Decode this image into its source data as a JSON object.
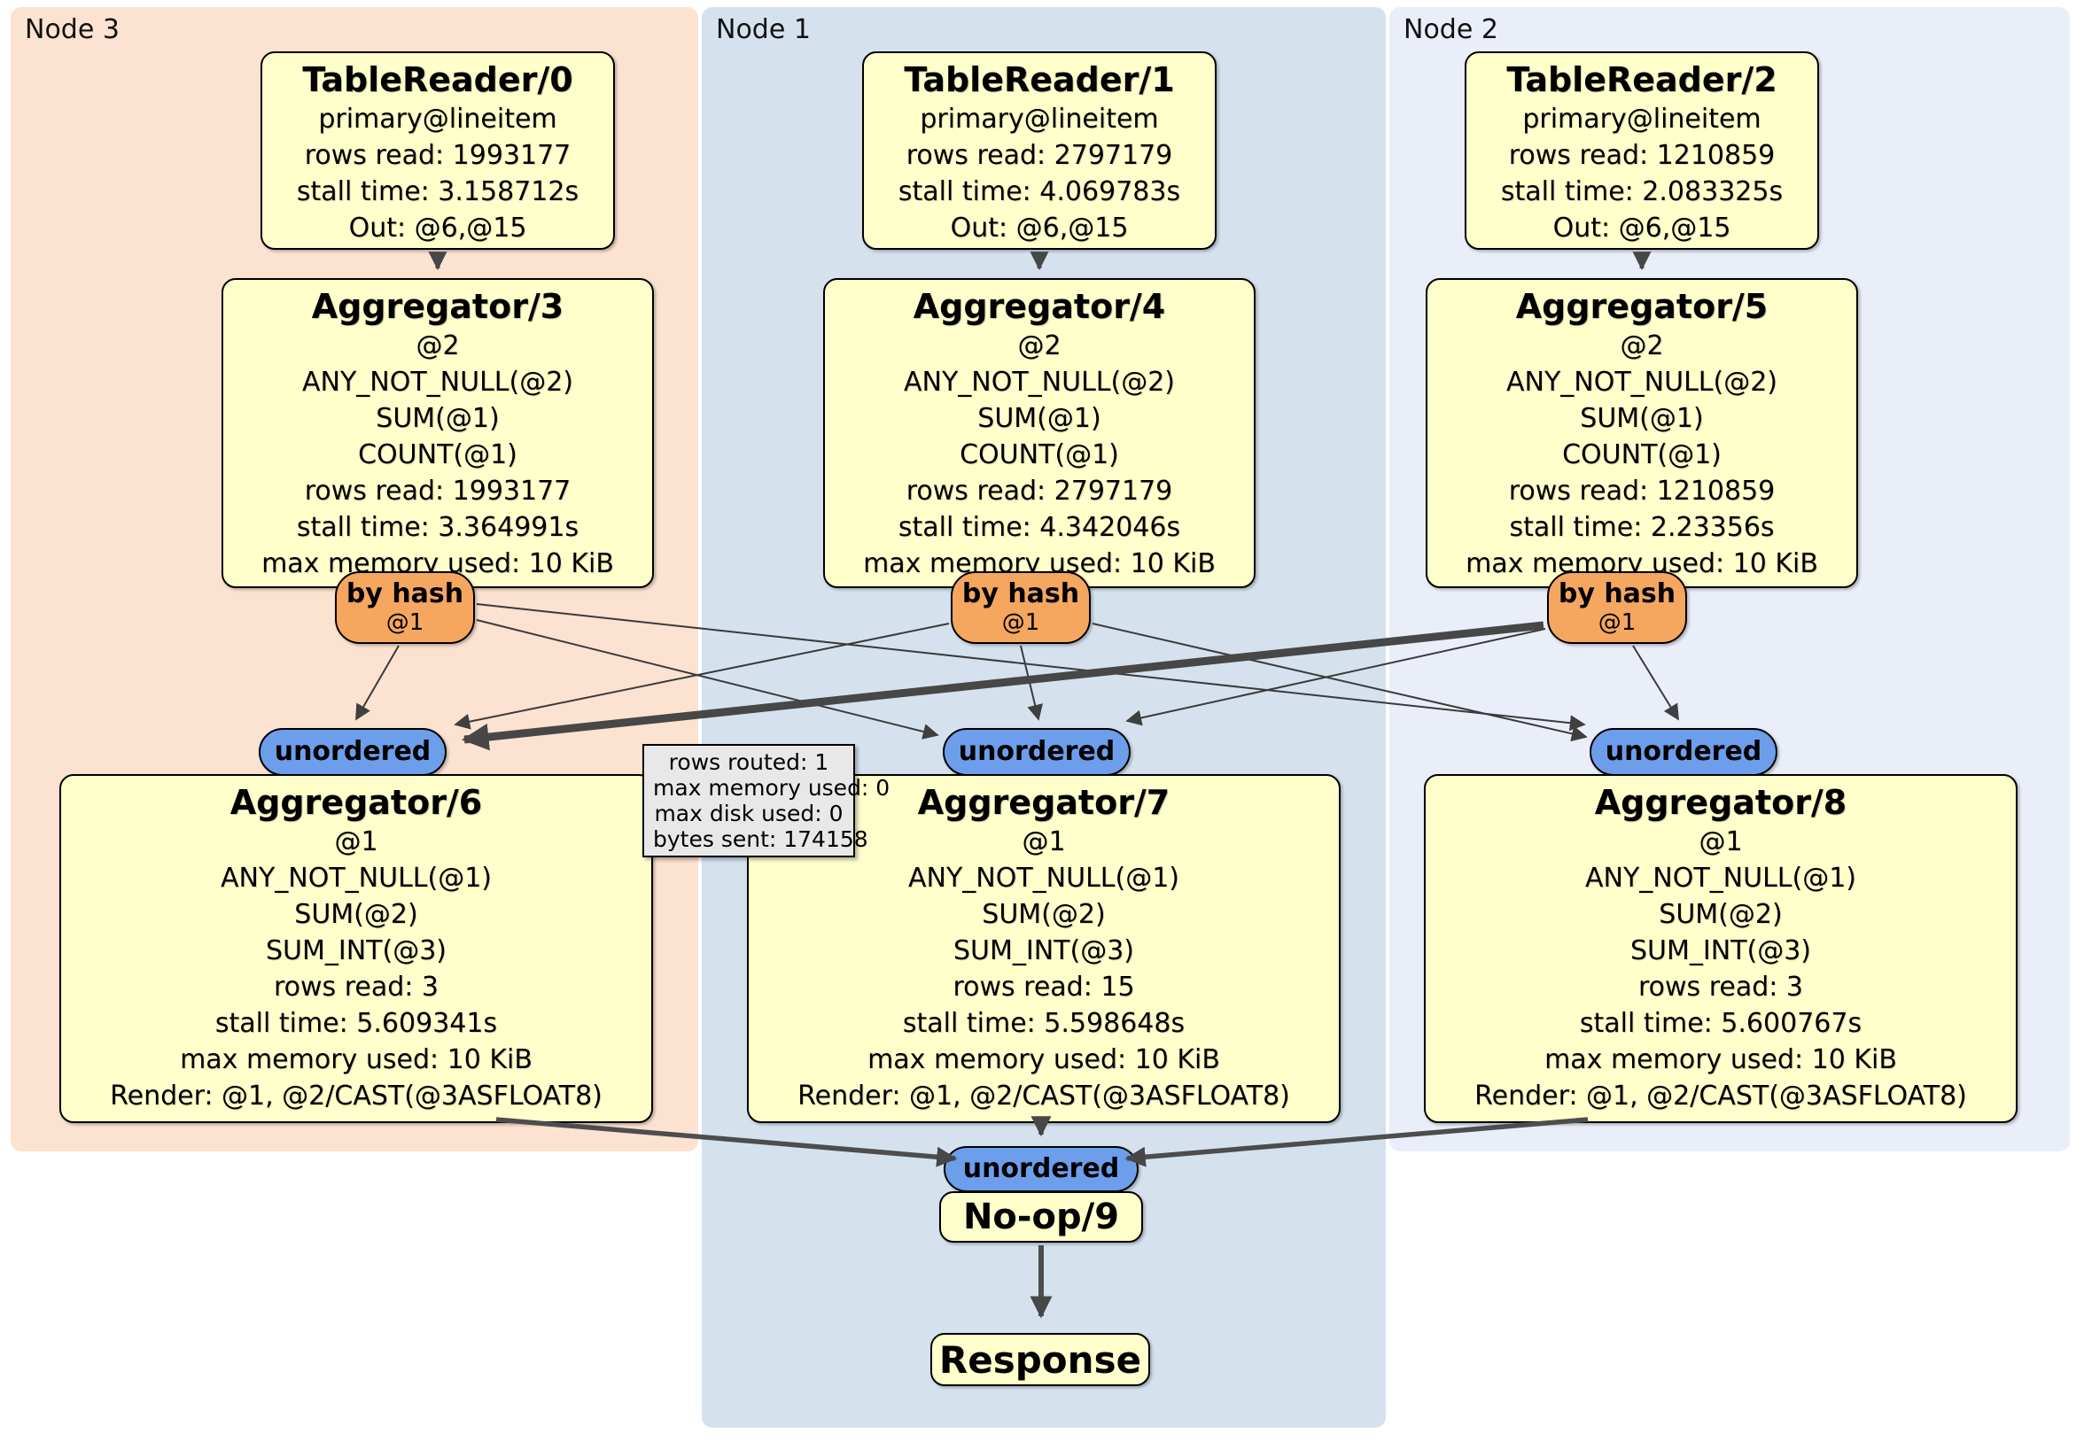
{
  "colors": {
    "node3_bg": "#fce2d0",
    "node1_bg": "#d5e2ee",
    "node2_bg": "#eaeef8",
    "box_bg": "#ffffcc",
    "hash_bg": "#f5a65f",
    "un_bg": "#6d9eeb",
    "tip_bg": "#e8e8e8",
    "edge": "#3f3f3f"
  },
  "regions": [
    {
      "label": "Node 3"
    },
    {
      "label": "Node 1"
    },
    {
      "label": "Node 2"
    }
  ],
  "boxes": {
    "tr0": {
      "title": "TableReader/0",
      "lines": [
        "primary@lineitem",
        "rows read: 1993177",
        "stall time: 3.158712s",
        "Out: @6,@15"
      ]
    },
    "tr1": {
      "title": "TableReader/1",
      "lines": [
        "primary@lineitem",
        "rows read: 2797179",
        "stall time: 4.069783s",
        "Out: @6,@15"
      ]
    },
    "tr2": {
      "title": "TableReader/2",
      "lines": [
        "primary@lineitem",
        "rows read: 1210859",
        "stall time: 2.083325s",
        "Out: @6,@15"
      ]
    },
    "agg3": {
      "title": "Aggregator/3",
      "lines": [
        "@2",
        "ANY_NOT_NULL(@2)",
        "SUM(@1)",
        "COUNT(@1)",
        "rows read: 1993177",
        "stall time: 3.364991s",
        "max memory used: 10 KiB"
      ]
    },
    "agg4": {
      "title": "Aggregator/4",
      "lines": [
        "@2",
        "ANY_NOT_NULL(@2)",
        "SUM(@1)",
        "COUNT(@1)",
        "rows read: 2797179",
        "stall time: 4.342046s",
        "max memory used: 10 KiB"
      ]
    },
    "agg5": {
      "title": "Aggregator/5",
      "lines": [
        "@2",
        "ANY_NOT_NULL(@2)",
        "SUM(@1)",
        "COUNT(@1)",
        "rows read: 1210859",
        "stall time: 2.23356s",
        "max memory used: 10 KiB"
      ]
    },
    "agg6": {
      "title": "Aggregator/6",
      "lines": [
        "@1",
        "ANY_NOT_NULL(@1)",
        "SUM(@2)",
        "SUM_INT(@3)",
        "rows read: 3",
        "stall time: 5.609341s",
        "max memory used: 10 KiB",
        "Render: @1, @2/CAST(@3ASFLOAT8)"
      ]
    },
    "agg7": {
      "title": "Aggregator/7",
      "lines": [
        "@1",
        "ANY_NOT_NULL(@1)",
        "SUM(@2)",
        "SUM_INT(@3)",
        "rows read: 15",
        "stall time: 5.598648s",
        "max memory used: 10 KiB",
        "Render: @1, @2/CAST(@3ASFLOAT8)"
      ]
    },
    "agg8": {
      "title": "Aggregator/8",
      "lines": [
        "@1",
        "ANY_NOT_NULL(@1)",
        "SUM(@2)",
        "SUM_INT(@3)",
        "rows read: 3",
        "stall time: 5.600767s",
        "max memory used: 10 KiB",
        "Render: @1, @2/CAST(@3ASFLOAT8)"
      ]
    },
    "noop": {
      "title": "No-op/9"
    },
    "response": {
      "title": "Response"
    }
  },
  "pills": {
    "byhash": {
      "label": "by hash",
      "sub": "@1"
    },
    "unordered": {
      "label": "unordered"
    }
  },
  "tooltip": {
    "lines": [
      "rows routed: 1",
      "max memory used: 0",
      "max disk used: 0",
      "bytes sent: 174158"
    ]
  },
  "edges": [
    {
      "from": "TableReader/0",
      "to": "Aggregator/3"
    },
    {
      "from": "TableReader/1",
      "to": "Aggregator/4"
    },
    {
      "from": "TableReader/2",
      "to": "Aggregator/5"
    },
    {
      "from": "Aggregator/3 by hash @1",
      "to": "unordered (Node 3)"
    },
    {
      "from": "Aggregator/3 by hash @1",
      "to": "unordered (Node 1)"
    },
    {
      "from": "Aggregator/3 by hash @1",
      "to": "unordered (Node 2)"
    },
    {
      "from": "Aggregator/4 by hash @1",
      "to": "unordered (Node 3)"
    },
    {
      "from": "Aggregator/4 by hash @1",
      "to": "unordered (Node 1)"
    },
    {
      "from": "Aggregator/4 by hash @1",
      "to": "unordered (Node 2)"
    },
    {
      "from": "Aggregator/5 by hash @1",
      "to": "unordered (Node 3)",
      "highlighted": true
    },
    {
      "from": "Aggregator/5 by hash @1",
      "to": "unordered (Node 1)"
    },
    {
      "from": "Aggregator/5 by hash @1",
      "to": "unordered (Node 2)"
    },
    {
      "from": "unordered (Node 3)",
      "to": "Aggregator/6"
    },
    {
      "from": "unordered (Node 1)",
      "to": "Aggregator/7"
    },
    {
      "from": "unordered (Node 2)",
      "to": "Aggregator/8"
    },
    {
      "from": "Aggregator/6",
      "to": "unordered (final)"
    },
    {
      "from": "Aggregator/7",
      "to": "unordered (final)"
    },
    {
      "from": "Aggregator/8",
      "to": "unordered (final)"
    },
    {
      "from": "unordered (final)",
      "to": "No-op/9"
    },
    {
      "from": "No-op/9",
      "to": "Response"
    }
  ]
}
